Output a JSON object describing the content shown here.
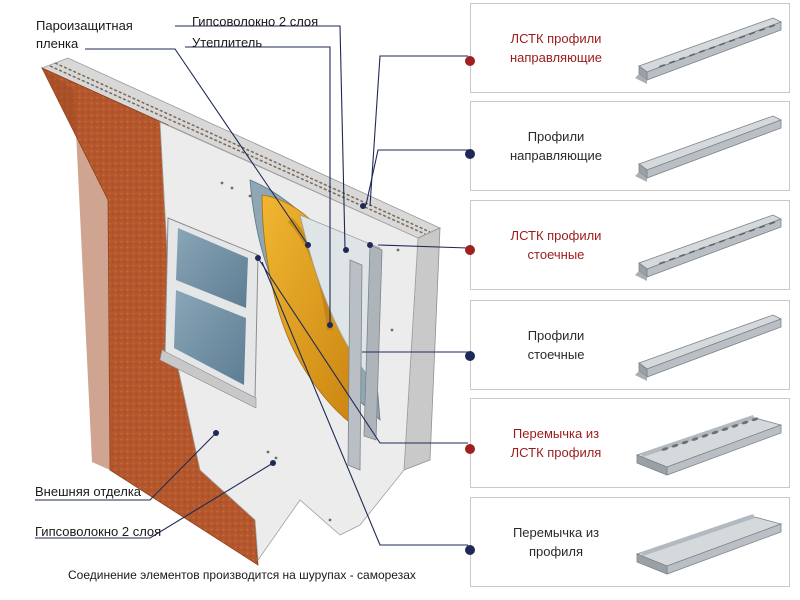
{
  "labels": {
    "vapor_film_line1": "Пароизащитная",
    "vapor_film_line2": "пленка",
    "gypsum_fiber_top": "Гипсоволокно 2 слоя",
    "insulation": "Утеплитель",
    "exterior_finish": "Внешняя отделка",
    "gypsum_fiber_bottom": "Гипсоволокно 2 слоя"
  },
  "panels": [
    {
      "line1": "ЛСТК профили",
      "line2": "направляющие",
      "style": "red",
      "dot": "#a01f1f",
      "icon": "perforated-guide-profile"
    },
    {
      "line1": "Профили",
      "line2": "направляющие",
      "style": "dark",
      "dot": "#1e2a55",
      "icon": "guide-profile"
    },
    {
      "line1": "ЛСТК профили",
      "line2": "стоечные",
      "style": "red",
      "dot": "#a01f1f",
      "icon": "perforated-stud-profile"
    },
    {
      "line1": "Профили",
      "line2": "стоечные",
      "style": "dark",
      "dot": "#1e2a55",
      "icon": "stud-profile"
    },
    {
      "line1": "Перемычка из",
      "line2": "ЛСТК профиля",
      "style": "red",
      "dot": "#a01f1f",
      "icon": "perforated-lintel"
    },
    {
      "line1": "Перемычка из",
      "line2": "профиля",
      "style": "dark",
      "dot": "#1e2a55",
      "icon": "lintel"
    }
  ],
  "footer": "Соединение элементов производится на шурупах - саморезах",
  "colors": {
    "brick": "#b4552b",
    "insulation": "#e2a21c",
    "gypsum": "#ededed",
    "vapor_film": "#8fa6b3",
    "glass": "#6f8fa3",
    "steel": "#b9bfc4",
    "accent_red": "#9a1b1b",
    "accent_navy": "#1e2a55"
  }
}
